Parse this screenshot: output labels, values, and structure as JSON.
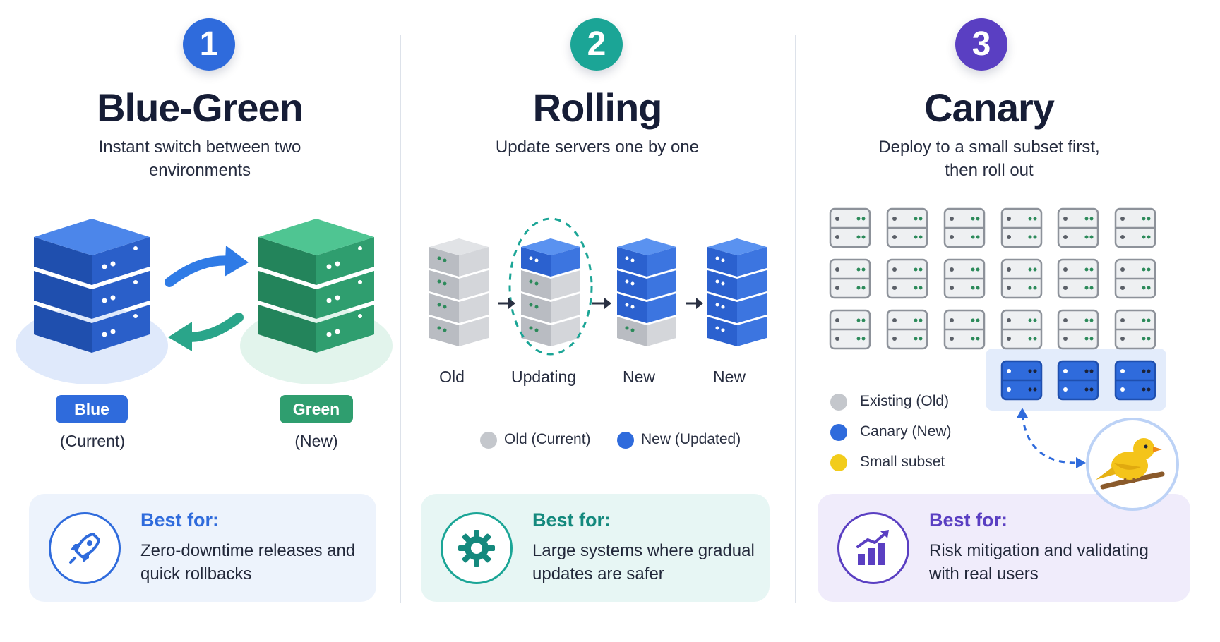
{
  "colors": {
    "blue": "#2f6bdc",
    "green": "#2f9e6f",
    "teal": "#1ba596",
    "purple": "#5a3fc2",
    "old_gray": "#c4c7cc",
    "canary_yellow": "#f2cc1b"
  },
  "strategies": [
    {
      "number": "1",
      "title": "Blue-Green",
      "subtitle_line1": "Instant switch between two",
      "subtitle_line2": "environments",
      "env_blue": {
        "tag": "Blue",
        "caption": "(Current)"
      },
      "env_green": {
        "tag": "Green",
        "caption": "(New)"
      },
      "card": {
        "heading": "Best for:",
        "text_line1": "Zero-downtime releases and",
        "text_line2": "quick rollbacks",
        "icon": "rocket-icon"
      }
    },
    {
      "number": "2",
      "title": "Rolling",
      "subtitle_line1": "Update servers one by one",
      "stages": [
        "Old",
        "Updating",
        "New",
        "New"
      ],
      "legend": [
        "Old (Current)",
        "New (Updated)"
      ],
      "card": {
        "heading": "Best for:",
        "text_line1": "Large systems where gradual",
        "text_line2": "updates are safer",
        "icon": "gear-icon"
      }
    },
    {
      "number": "3",
      "title": "Canary",
      "subtitle_line1": "Deploy to a small subset first,",
      "subtitle_line2": "then roll out",
      "legend": [
        "Existing (Old)",
        "Canary (New)",
        "Small subset"
      ],
      "card": {
        "heading": "Best for:",
        "text_line1": "Risk mitigation and validating",
        "text_line2": "with real users",
        "icon": "bar-chart-up-icon"
      }
    }
  ]
}
